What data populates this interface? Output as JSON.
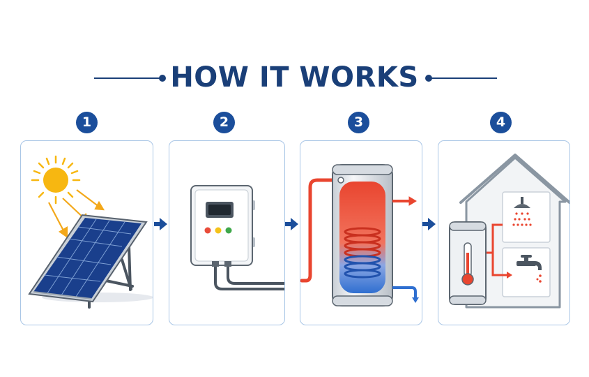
{
  "title": "HOW IT WORKS",
  "steps": [
    {
      "number": "1",
      "icon": "solar-panel-sun-icon"
    },
    {
      "number": "2",
      "icon": "controller-box-icon"
    },
    {
      "number": "3",
      "icon": "water-tank-coil-icon"
    },
    {
      "number": "4",
      "icon": "house-hot-water-icon"
    }
  ],
  "colors": {
    "title": "#1a3f78",
    "badge": "#1b4e9b",
    "panel_border": "#a9c6e6",
    "hot": "#e9452f",
    "cold": "#2f6fd0",
    "sun": "#f7b711"
  }
}
